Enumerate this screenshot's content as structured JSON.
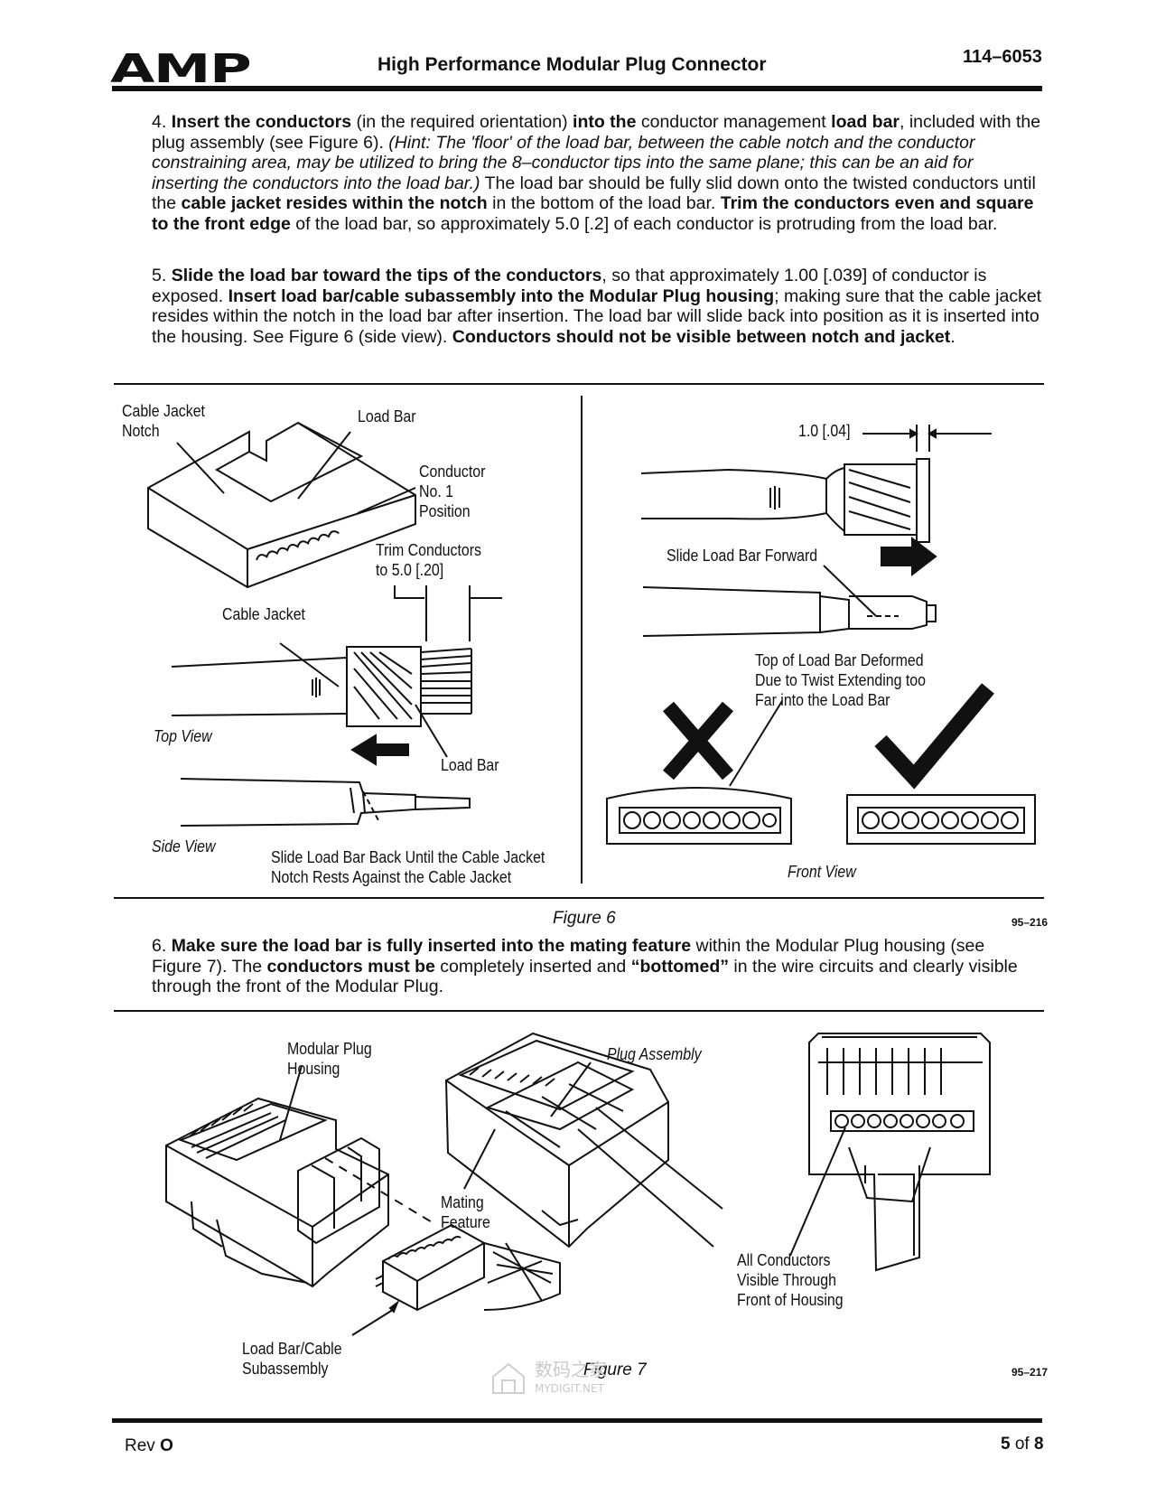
{
  "header": {
    "logo": "AMP",
    "title": "High Performance Modular Plug Connector",
    "doc_number": "114–6053"
  },
  "step4": {
    "n": "4. ",
    "b1": "Insert the conductors",
    "t1": " (in the required orientation) ",
    "b2": "into the",
    "t2": " conductor management ",
    "b3": "load bar",
    "t3": ", included with the plug assembly (see Figure 6). ",
    "i1": "(Hint: The 'floor' of the load bar, between the cable notch and the conductor constraining area, may be utilized to bring the 8–conductor tips into the same plane; this can be an aid for inserting the conductors into the load bar.)",
    "t4": " The load bar should be fully slid down onto the twisted conductors until the ",
    "b4": "cable jacket resides within the notch",
    "t5": " in the bottom of the load bar. ",
    "b5": "Trim the conductors even and square to the front edge",
    "t6": " of the load bar, so approximately 5.0 [.2] of each conductor is protruding from the load bar."
  },
  "step5": {
    "n": "5. ",
    "b1": "Slide the load bar toward the tips of the conductors",
    "t1": ", so that approximately 1.00 [.039] of conductor is exposed. ",
    "b2": "Insert load bar/cable subassembly into the Modular Plug housing",
    "t2": "; making sure that the cable jacket resides within the notch in the load bar after insertion. The load bar will slide back into position as it is inserted into the housing. See Figure 6 (side view). ",
    "b3": "Conductors should not be visible between notch and jacket",
    "t3": "."
  },
  "figure6": {
    "caption": "Figure 6",
    "code": "95–216",
    "labels": {
      "cable_jacket_notch_1": "Cable Jacket",
      "cable_jacket_notch_2": "Notch",
      "load_bar": "Load Bar",
      "conductor_pos_1": "Conductor",
      "conductor_pos_2": "No. 1",
      "conductor_pos_3": "Position",
      "trim_1": "Trim Conductors",
      "trim_2": "to 5.0 [.20]",
      "cable_jacket": "Cable Jacket",
      "top_view": "Top View",
      "load_bar_2": "Load Bar",
      "side_view": "Side View",
      "slide_back_1": "Slide Load Bar Back Until the Cable Jacket",
      "slide_back_2": "Notch Rests Against the Cable Jacket",
      "dim": "1.0 [.04]",
      "slide_forward": "Slide Load Bar Forward",
      "deformed_1": "Top of Load Bar Deformed",
      "deformed_2": "Due to Twist Extending too",
      "deformed_3": "Far into the Load Bar",
      "front_view": "Front View"
    }
  },
  "step6": {
    "n": "6. ",
    "b1": "Make sure the load bar is fully inserted into the mating feature",
    "t1": " within the Modular Plug housing (see Figure 7). The ",
    "b2": "conductors must be",
    "t2": " completely inserted and ",
    "b3": "“bottomed”",
    "t3": " in the wire circuits and clearly visible through the front of the Modular Plug."
  },
  "figure7": {
    "caption": "Figure 7",
    "code": "95–217",
    "labels": {
      "housing_1": "Modular Plug",
      "housing_2": "Housing",
      "plug_assembly": "Plug Assembly",
      "mating_1": "Mating",
      "mating_2": "Feature",
      "subassembly_1": "Load Bar/Cable",
      "subassembly_2": "Subassembly",
      "visible_1": "All Conductors",
      "visible_2": "Visible Through",
      "visible_3": "Front of Housing"
    }
  },
  "watermark": {
    "line1": "数码之家",
    "line2": "MYDIGIT.NET"
  },
  "footer": {
    "rev_label": "Rev ",
    "rev": "O",
    "page": "5",
    "of": " of ",
    "total": "8"
  }
}
